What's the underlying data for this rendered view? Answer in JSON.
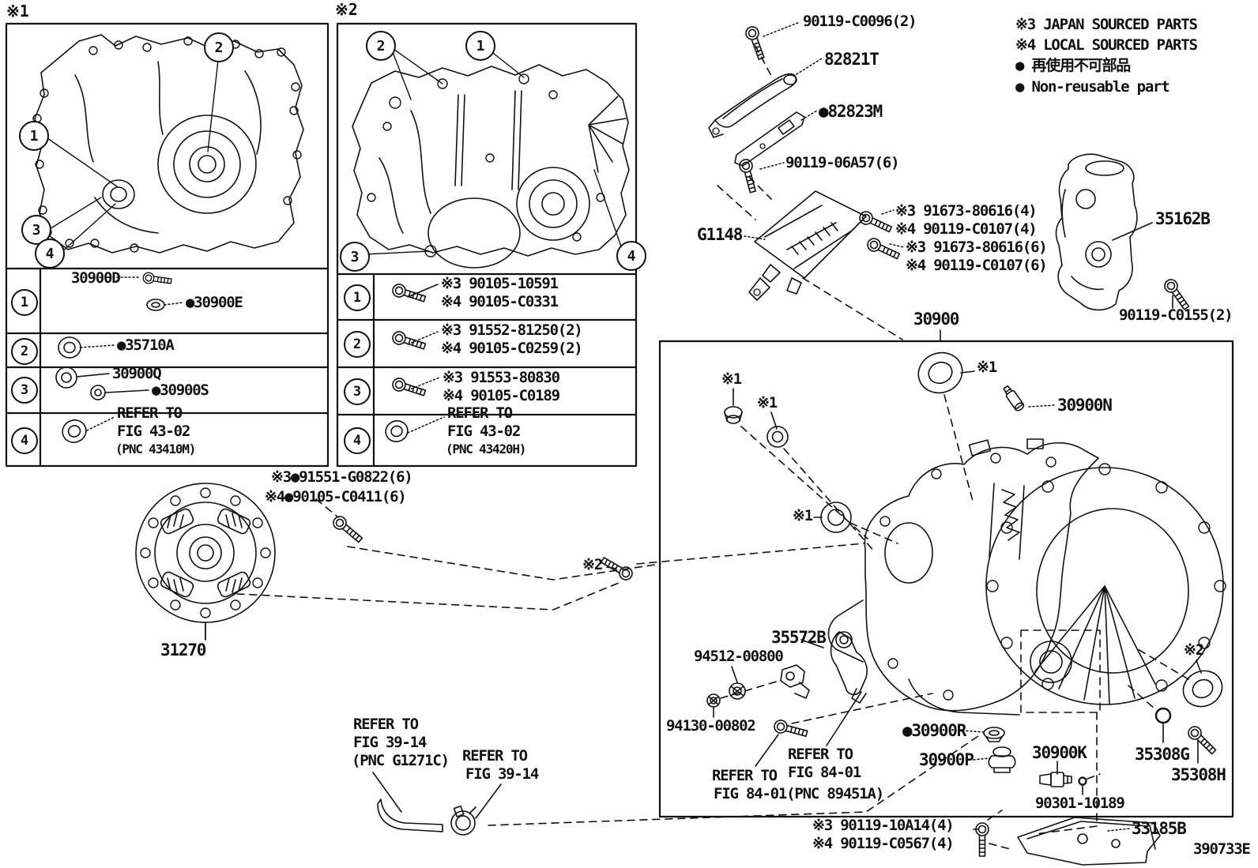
{
  "legend": {
    "items": [
      "※3 JAPAN SOURCED PARTS",
      "※4 LOCAL SOURCED PARTS",
      "● 再使用不可部品",
      "● Non-reusable part"
    ]
  },
  "fig1": {
    "tag": "※1",
    "callouts": [
      "1",
      "2",
      "3",
      "4"
    ],
    "rows": [
      {
        "num": "1",
        "parts": [
          "30900D",
          "●30900E"
        ]
      },
      {
        "num": "2",
        "parts": [
          "●35710A"
        ]
      },
      {
        "num": "3",
        "parts": [
          "30900Q",
          "●30900S"
        ]
      },
      {
        "num": "4",
        "parts": [
          "REFER TO",
          "FIG 43-02",
          "(PNC 43410M)"
        ]
      }
    ]
  },
  "fig2": {
    "tag": "※2",
    "callouts": [
      "2",
      "1",
      "3",
      "4"
    ],
    "rows": [
      {
        "num": "1",
        "parts": [
          "※3 90105-10591",
          "※4 90105-C0331"
        ]
      },
      {
        "num": "2",
        "parts": [
          "※3 91552-81250(2)",
          "※4 90105-C0259(2)"
        ]
      },
      {
        "num": "3",
        "parts": [
          "※3 91553-80830",
          "※4 90105-C0189"
        ]
      },
      {
        "num": "4",
        "parts": [
          "REFER TO",
          "FIG 43-02",
          "(PNC 43420H)"
        ]
      }
    ]
  },
  "clutch": {
    "notes": [
      "※3●91551-G0822(6)",
      "※4●90105-C0411(6)"
    ],
    "part": "31270"
  },
  "upper": {
    "bolt_top": "90119-C0096(2)",
    "bracket": "82821T",
    "plate": "●82823M",
    "bolt_mid": "90119-06A57(6)",
    "valve_body": "G1148",
    "vb_bolts": [
      "※3 91673-80616(4)",
      "※4 90119-C0107(4)",
      "※3 91673-80616(6)",
      "※4 90119-C0107(6)"
    ],
    "cover": "35162B",
    "cover_bolt": "90119-C0155(2)"
  },
  "main": {
    "assembly": "30900",
    "marker1": "※1",
    "marker2": "※2",
    "sensor_n": "30900N",
    "plug_r": "●30900R",
    "plug_p": "30900P",
    "switch_k": "30900K",
    "oring_pin": "90301-10189",
    "oring_g": "35308G",
    "bolt_h": "35308H",
    "bracket_b": "33185B",
    "lever": "35572B",
    "nut_upper": "94512-00800",
    "nut_lower": "94130-00802",
    "ref84_right": [
      "REFER TO",
      "FIG 84-01"
    ],
    "ref84_left": [
      "REFER TO",
      "FIG 84-01(PNC 89451A)"
    ],
    "bottom_bolts": [
      "※3 90119-10A14(4)",
      "※4 90119-C0567(4)"
    ]
  },
  "hose": {
    "ref_left": [
      "REFER TO",
      "FIG 39-14",
      "(PNC G1271C)"
    ],
    "ref_right": [
      "REFER TO",
      "FIG 39-14"
    ]
  },
  "footer": {
    "code": "390733E"
  }
}
